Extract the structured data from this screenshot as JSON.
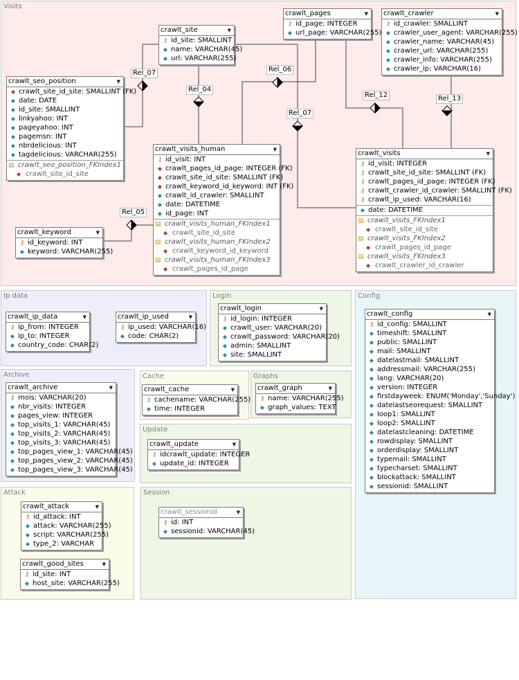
{
  "groups": {
    "visits": "Visits",
    "ip_data": "Ip data",
    "login": "Login",
    "config": "Config",
    "archive": "Archive",
    "cache": "Cache",
    "graphs": "Graphs",
    "update": "Update",
    "attack": "Attack",
    "session": "Session"
  },
  "relations": {
    "rel_07a": "Rel_07",
    "rel_04": "Rel_04",
    "rel_06": "Rel_06",
    "rel_07b": "Rel_07",
    "rel_12": "Rel_12",
    "rel_13": "Rel_13",
    "rel_05": "Rel_05"
  },
  "tables": {
    "crawlt_pages": {
      "name": "crawlt_pages",
      "columns": [
        {
          "icon": "key",
          "text": "id_page: INTEGER"
        },
        {
          "icon": "col",
          "text": "url_page: VARCHAR(255)"
        }
      ]
    },
    "crawlt_crawler": {
      "name": "crawlt_crawler",
      "columns": [
        {
          "icon": "key",
          "text": "id_crawler: SMALLINT"
        },
        {
          "icon": "col",
          "text": "crawler_user_agent: VARCHAR(255)"
        },
        {
          "icon": "col",
          "text": "crawler_name: VARCHAR(45)"
        },
        {
          "icon": "col",
          "text": "crawler_url: VARCHAR(255)"
        },
        {
          "icon": "col",
          "text": "crawler_info: VARCHAR(255)"
        },
        {
          "icon": "col",
          "text": "crawler_ip: VARCHAR(16)"
        }
      ]
    },
    "crawlt_site": {
      "name": "crawlt_site",
      "columns": [
        {
          "icon": "key",
          "text": "id_site: SMALLINT"
        },
        {
          "icon": "col",
          "text": "name: VARCHAR(45)"
        },
        {
          "icon": "col",
          "text": "url: VARCHAR(255)"
        }
      ]
    },
    "crawlt_seo_position": {
      "name": "crawlt_seo_position",
      "columns": [
        {
          "icon": "fk",
          "text": "crawlt_site_id_site: SMALLINT (FK)"
        },
        {
          "icon": "col",
          "text": "date: DATE"
        },
        {
          "icon": "col",
          "text": "id_site: SMALLINT"
        },
        {
          "icon": "col",
          "text": "linkyahoo: INT"
        },
        {
          "icon": "col",
          "text": "pageyahoo: INT"
        },
        {
          "icon": "col",
          "text": "pagemsn: INT"
        },
        {
          "icon": "col",
          "text": "nbrdelicious: INT"
        },
        {
          "icon": "col",
          "text": "tagdelicious: VARCHAR(255)"
        }
      ],
      "indexes": [
        {
          "name": "crawlt_seo_position_FKIndex1",
          "columns": [
            "crawlt_site_id_site"
          ]
        }
      ]
    },
    "crawlt_visits_human": {
      "name": "crawlt_visits_human",
      "columns": [
        {
          "icon": "key",
          "text": "id_visit: INT"
        },
        {
          "icon": "fk",
          "text": "crawlt_pages_id_page: INTEGER (FK)"
        },
        {
          "icon": "fk",
          "text": "crawlt_site_id_site: SMALLINT (FK)"
        },
        {
          "icon": "fk",
          "text": "crawlt_keyword_id_keyword: INT (FK)"
        },
        {
          "icon": "col",
          "text": "crawlt_id_crawler: SMALLINT"
        },
        {
          "icon": "col",
          "text": "date: DATETIME"
        },
        {
          "icon": "col",
          "text": "id_page: INT"
        }
      ],
      "indexes": [
        {
          "name": "crawlt_visits_human_FKIndex1",
          "columns": [
            "crawlt_site_id_site"
          ]
        },
        {
          "name": "crawlt_visits_human_FKIndex2",
          "columns": [
            "crawlt_keyword_id_keyword"
          ]
        },
        {
          "name": "crawlt_visits_human_FKIndex3",
          "columns": [
            "crawlt_pages_id_page"
          ]
        }
      ]
    },
    "crawlt_visits": {
      "name": "crawlt_visits",
      "columns": [
        {
          "icon": "key",
          "text": "id_visit: INTEGER"
        },
        {
          "icon": "key",
          "text": "crawlt_site_id_site: SMALLINT (FK)"
        },
        {
          "icon": "key",
          "text": "crawlt_pages_id_page: INTEGER (FK)"
        },
        {
          "icon": "key",
          "text": "crawlt_crawler_id_crawler: SMALLINT (FK)"
        },
        {
          "icon": "key",
          "text": "crawlt_ip_used: VARCHAR(16)"
        }
      ],
      "extra_columns": [
        {
          "icon": "col",
          "text": "date: DATETIME"
        }
      ],
      "indexes": [
        {
          "name": "crawlt_visits_FKIndex1",
          "columns": [
            "crawlt_site_id_site"
          ]
        },
        {
          "name": "crawlt_visits_FKIndex2",
          "columns": [
            "crawlt_pages_id_page"
          ]
        },
        {
          "name": "crawlt_visits_FKIndex3",
          "columns": [
            "crawlt_crawler_id_crawler"
          ]
        }
      ]
    },
    "crawlt_keyword": {
      "name": "crawlt_keyword",
      "columns": [
        {
          "icon": "key",
          "text": "id_keyword: INT"
        },
        {
          "icon": "col",
          "text": "keyword: VARCHAR(255)"
        }
      ]
    },
    "crawlt_ip_data": {
      "name": "crawlt_ip_data",
      "columns": [
        {
          "icon": "key",
          "text": "ip_from: INTEGER"
        },
        {
          "icon": "col",
          "text": "ip_to: INTEGER"
        },
        {
          "icon": "col",
          "text": "country_code: CHAR(2)"
        }
      ]
    },
    "crawlt_ip_used": {
      "name": "crawlt_ip_used",
      "columns": [
        {
          "icon": "key",
          "text": "ip_used: VARCHAR(16)"
        },
        {
          "icon": "col",
          "text": "code: CHAR(2)"
        }
      ]
    },
    "crawlt_login": {
      "name": "crawlt_login",
      "columns": [
        {
          "icon": "key",
          "text": "id_login: INTEGER"
        },
        {
          "icon": "col",
          "text": "crawlt_user: VARCHAR(20)"
        },
        {
          "icon": "col",
          "text": "crawlt_password: VARCHAR(20)"
        },
        {
          "icon": "col",
          "text": "admin: SMALLINT"
        },
        {
          "icon": "col",
          "text": "site: SMALLINT"
        }
      ]
    },
    "crawlt_config": {
      "name": "crawlt_config",
      "columns": [
        {
          "icon": "key",
          "text": "id_config: SMALLINT"
        },
        {
          "icon": "col",
          "text": "timeshift: SMALLINT"
        },
        {
          "icon": "col",
          "text": "public: SMALLINT"
        },
        {
          "icon": "col",
          "text": "mail: SMALLINT"
        },
        {
          "icon": "col",
          "text": "datelastmail: SMALLINT"
        },
        {
          "icon": "col",
          "text": "addressmail: VARCHAR(255)"
        },
        {
          "icon": "col",
          "text": "lang: VARCHAR(20)"
        },
        {
          "icon": "col",
          "text": "version: INTEGER"
        },
        {
          "icon": "col",
          "text": "firstdayweek: ENUM('Monday','Sunday')"
        },
        {
          "icon": "col",
          "text": "datelastseorequest: SMALLINT"
        },
        {
          "icon": "col",
          "text": "loop1: SMALLINT"
        },
        {
          "icon": "col",
          "text": "loop2: SMALLINT"
        },
        {
          "icon": "col",
          "text": "datelastcleaning: DATETIME"
        },
        {
          "icon": "col",
          "text": "rowdisplay: SMALLINT"
        },
        {
          "icon": "col",
          "text": "orderdisplay: SMALLINT"
        },
        {
          "icon": "col",
          "text": "typemail: SMALLINT"
        },
        {
          "icon": "col",
          "text": "typecharset: SMALLINT"
        },
        {
          "icon": "col",
          "text": "blockattack: SMALLINT"
        },
        {
          "icon": "col",
          "text": "sessionid: SMALLINT"
        }
      ]
    },
    "crawlt_archive": {
      "name": "crawlt_archive",
      "columns": [
        {
          "icon": "key",
          "text": "mois: VARCHAR(20)"
        },
        {
          "icon": "col",
          "text": "nbr_visits: INTEGER"
        },
        {
          "icon": "col",
          "text": "pages_view: INTEGER"
        },
        {
          "icon": "col",
          "text": "top_visits_1: VARCHAR(45)"
        },
        {
          "icon": "col",
          "text": "top_visits_2: VARCHAR(45)"
        },
        {
          "icon": "col",
          "text": "top_visits_3: VARCHAR(45)"
        },
        {
          "icon": "col",
          "text": "top_pages_view_1: VARCHAR(45)"
        },
        {
          "icon": "col",
          "text": "top_pages_view_2: VARCHAR(45)"
        },
        {
          "icon": "col",
          "text": "top_pages_view_3: VARCHAR(45)"
        }
      ]
    },
    "crawlt_cache": {
      "name": "crawlt_cache",
      "columns": [
        {
          "icon": "key",
          "text": "cachename: VARCHAR(255)"
        },
        {
          "icon": "col",
          "text": "time: INTEGER"
        }
      ]
    },
    "crawlt_graph": {
      "name": "crawlt_graph",
      "columns": [
        {
          "icon": "key",
          "text": "name: VARCHAR(255)"
        },
        {
          "icon": "col",
          "text": "graph_values: TEXT"
        }
      ]
    },
    "crawlt_update": {
      "name": "crawlt_update",
      "columns": [
        {
          "icon": "key",
          "text": "idcrawlt_update: INTEGER"
        },
        {
          "icon": "col",
          "text": "update_id: INTEGER"
        }
      ]
    },
    "crawlt_attack": {
      "name": "crawlt_attack",
      "columns": [
        {
          "icon": "key",
          "text": "id_attack: INT"
        },
        {
          "icon": "col",
          "text": "attack: VARCHAR(255)"
        },
        {
          "icon": "col",
          "text": "script: VARCHAR(255)"
        },
        {
          "icon": "col",
          "text": "type_2: VARCHAR"
        }
      ]
    },
    "crawlt_good_sites": {
      "name": "crawlt_good_sites",
      "columns": [
        {
          "icon": "key",
          "text": "id_site: INT"
        },
        {
          "icon": "col",
          "text": "host_site: VARCHAR(255)"
        }
      ]
    },
    "crawlt_sessionid": {
      "name": "crawlt_sessionid",
      "columns": [
        {
          "icon": "key",
          "text": "id: INT"
        },
        {
          "icon": "col",
          "text": "sessionid: VARCHAR(45)"
        }
      ]
    }
  }
}
